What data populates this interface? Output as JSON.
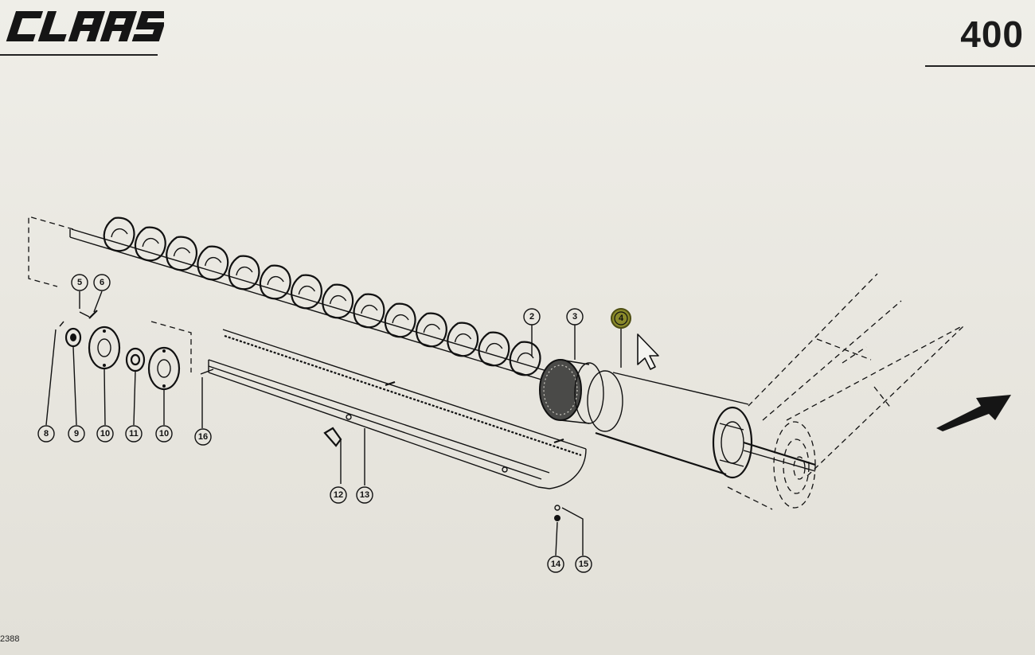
{
  "header": {
    "brand": "CLAAS",
    "page_number": "400"
  },
  "footer": {
    "drawing_code": "2388"
  },
  "callouts": [
    "2",
    "3",
    "4",
    "5",
    "6",
    "8",
    "9",
    "10",
    "11",
    "10",
    "16",
    "12",
    "13",
    "14",
    "15"
  ],
  "colors": {
    "background": "#e8e6df",
    "ink": "#111111",
    "highlight": "#8a8a2a"
  },
  "cursor": "arrow-cursor-icon",
  "direction_indicator": "arrow-right-icon"
}
